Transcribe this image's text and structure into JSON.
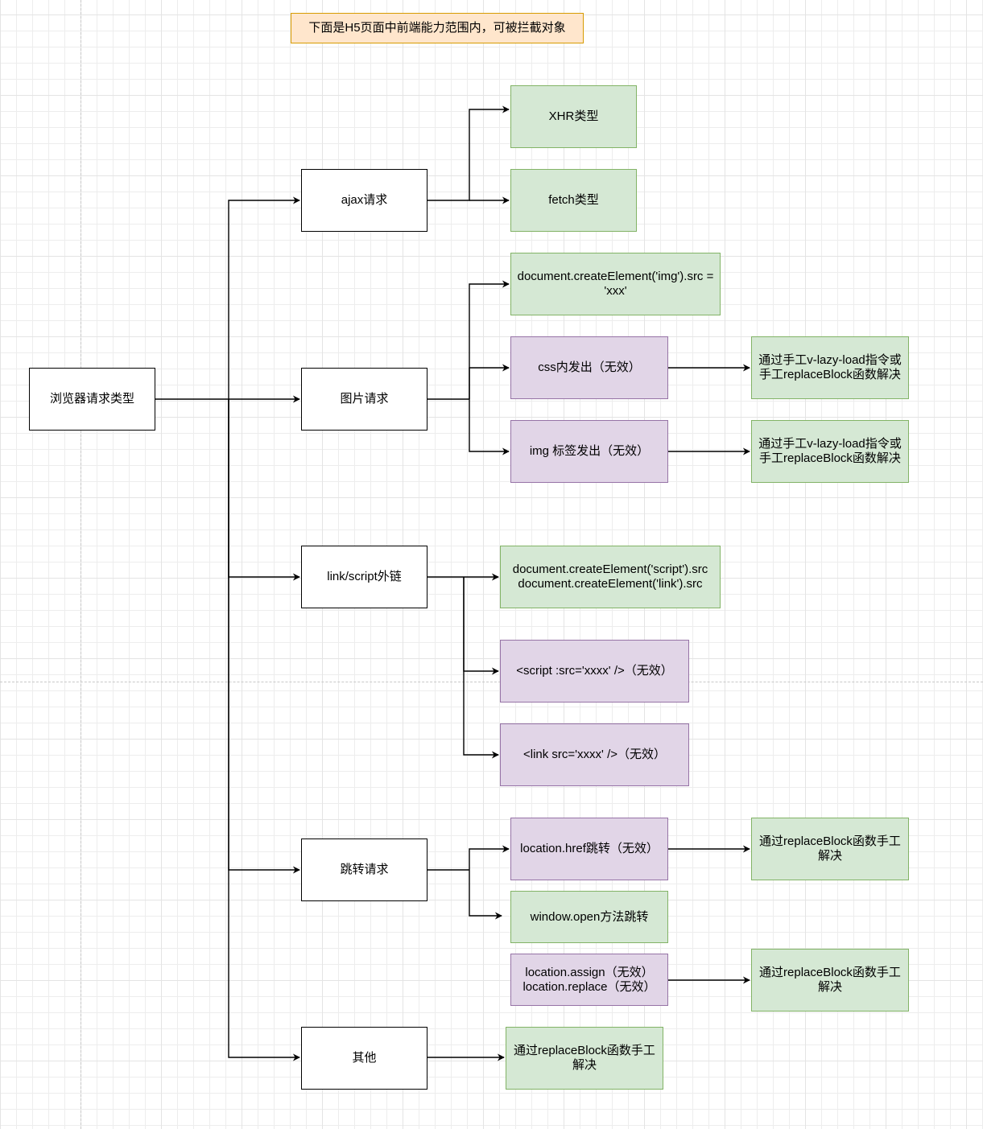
{
  "note": "下面是H5页面中前端能力范围内，可被拦截对象",
  "root": "浏览器请求类型",
  "categories": {
    "ajax": "ajax请求",
    "image": "图片请求",
    "link_script": "link/script外链",
    "redirect": "跳转请求",
    "other": "其他"
  },
  "leaves": {
    "xhr": "XHR类型",
    "fetch": "fetch类型",
    "img_create": "document.createElement('img').src =\n'xxx'",
    "css_img": "css内发出（无效）",
    "img_tag": "img 标签发出（无效）",
    "script_create": "document.createElement('script').src\ndocument.createElement('link').src",
    "script_tag": "<script :src='xxxx' />（无效）",
    "link_tag": "<link src='xxxx' />（无效）",
    "location_href": "location.href跳转（无效）",
    "window_open": "window.open方法跳转",
    "location_assign": "location.assign（无效）\nlocation.replace（无效）",
    "other_solution": "通过replaceBlock函数手工\n解决"
  },
  "solutions": {
    "css_fix": "通过手工v-lazy-load指令或\n手工replaceBlock函数解决",
    "img_fix": "通过手工v-lazy-load指令或\n手工replaceBlock函数解决",
    "href_fix": "通过replaceBlock函数手工\n解决",
    "assign_fix": "通过replaceBlock函数手工\n解决"
  },
  "colors": {
    "supported_fill": "#d5e8d4",
    "supported_stroke": "#82b366",
    "unsupported_fill": "#e1d5e7",
    "unsupported_stroke": "#9673a6",
    "note_fill": "#ffe6cc",
    "note_stroke": "#d79b00"
  }
}
